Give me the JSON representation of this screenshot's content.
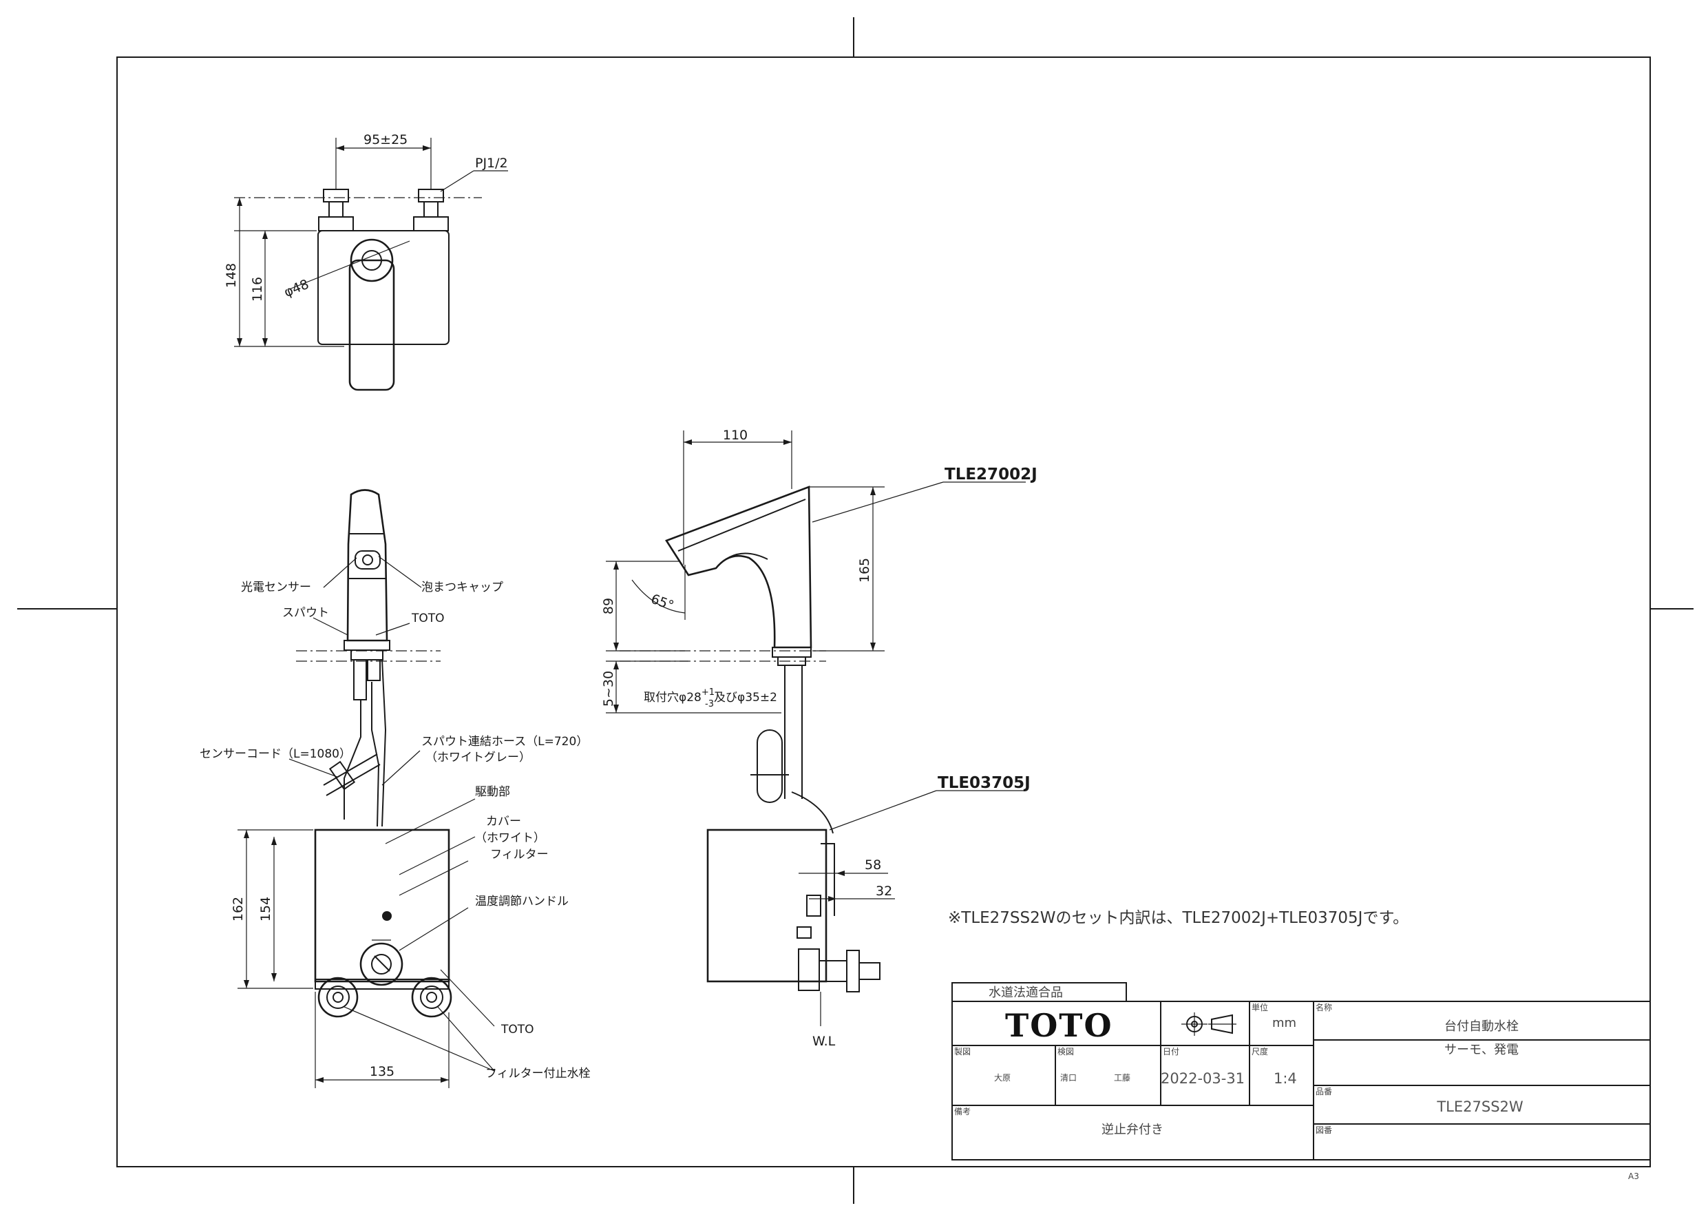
{
  "sheet": {
    "size_mark": "A3"
  },
  "top_view": {
    "dims": {
      "spacing": "95±25",
      "thread": "PJ1/2",
      "diameter": "φ48",
      "height_outer": "148",
      "height_inner": "116"
    }
  },
  "front_view": {
    "labels": {
      "sensor": "光電センサー",
      "aerator": "泡まつキャップ",
      "spout": "スパウト",
      "toto_mark": "TOTO",
      "sensor_cord": "センサーコード（L=1080）",
      "spout_hose": "スパウト連結ホース（L=720）",
      "hose_color": "（ホワイトグレー）",
      "drive_unit": "駆動部",
      "cover": "カバー",
      "cover_color": "（ホワイト）",
      "filter": "フィルター",
      "temp_handle": "温度調節ハンドル",
      "toto_mark_2": "TOTO",
      "stop_valve": "フィルター付止水栓"
    },
    "dims": {
      "height_outer": "162",
      "height_inner": "154",
      "width": "135"
    }
  },
  "side_view": {
    "part_faucet": "TLE27002J",
    "part_unit": "TLE03705J",
    "dims": {
      "reach": "110",
      "height": "165",
      "angle": "65°",
      "spout_height": "89",
      "deck": "5~30",
      "mount_hole_prefix": "取付穴φ28",
      "mount_tol_plus": "+1",
      "mount_tol_minus": "-3",
      "mount_hole_suffix": "及びφ35±2",
      "w58": "58",
      "w32": "32",
      "wl": "W.L"
    }
  },
  "set_note": "※TLE27SS2Wのセット内訳は、TLE27002J+TLE03705Jです。",
  "title_block": {
    "badge": "水道法適合品",
    "logo": "TOTO",
    "unit_label": "単位",
    "unit": "mm",
    "name_label": "名称",
    "product_name": "台付自動水栓",
    "product_sub": "サーモ、発電",
    "drawn_label": "製図",
    "drawn_by": "大原",
    "checked_label": "検図",
    "checked_by": "清口",
    "checked_by_2": "工藤",
    "date_label": "日付",
    "date": "2022-03-31",
    "scale_label": "尺度",
    "scale": "1:4",
    "model_label": "品番",
    "model": "TLE27SS2W",
    "remarks_label": "備考",
    "remarks": "逆止弁付き",
    "drawing_no_label": "図番"
  }
}
